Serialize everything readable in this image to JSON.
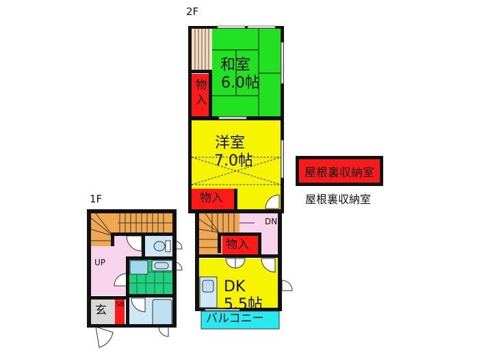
{
  "floors": {
    "second": {
      "label": "2F"
    },
    "first": {
      "label": "1F"
    }
  },
  "rooms": {
    "washitsu": {
      "name": "和室",
      "size": "6.0帖",
      "color": "#22e022"
    },
    "youshitsu": {
      "name": "洋室",
      "size": "7.0帖",
      "color": "#f7f400"
    },
    "dk": {
      "name": "DK",
      "size": "5.5帖",
      "color": "#f7f400"
    },
    "closet_2f_top": {
      "label": "物入"
    },
    "closet_2f_mid": {
      "label": "物入"
    },
    "closet_2f_lower": {
      "label": "物入"
    },
    "balcony": {
      "label": "バルコニー",
      "color": "#28e8f0"
    },
    "genkan": {
      "label": "玄"
    },
    "shoebox": {
      "label": "SB"
    },
    "stairs_up": {
      "label": "UP"
    },
    "stairs_dn": {
      "label": "DN"
    }
  },
  "legend": {
    "box_label": "屋根裏収納室",
    "caption": "屋根裏収納室",
    "color": "#ff1a1a"
  },
  "colors": {
    "closet_red": "#ff1a1a",
    "hall_pink": "#f7d4ec",
    "stairs_orange": "#f0a850",
    "wet_blue": "#cfe8f5",
    "tile_green": "#20d080",
    "wall": "#111111"
  }
}
